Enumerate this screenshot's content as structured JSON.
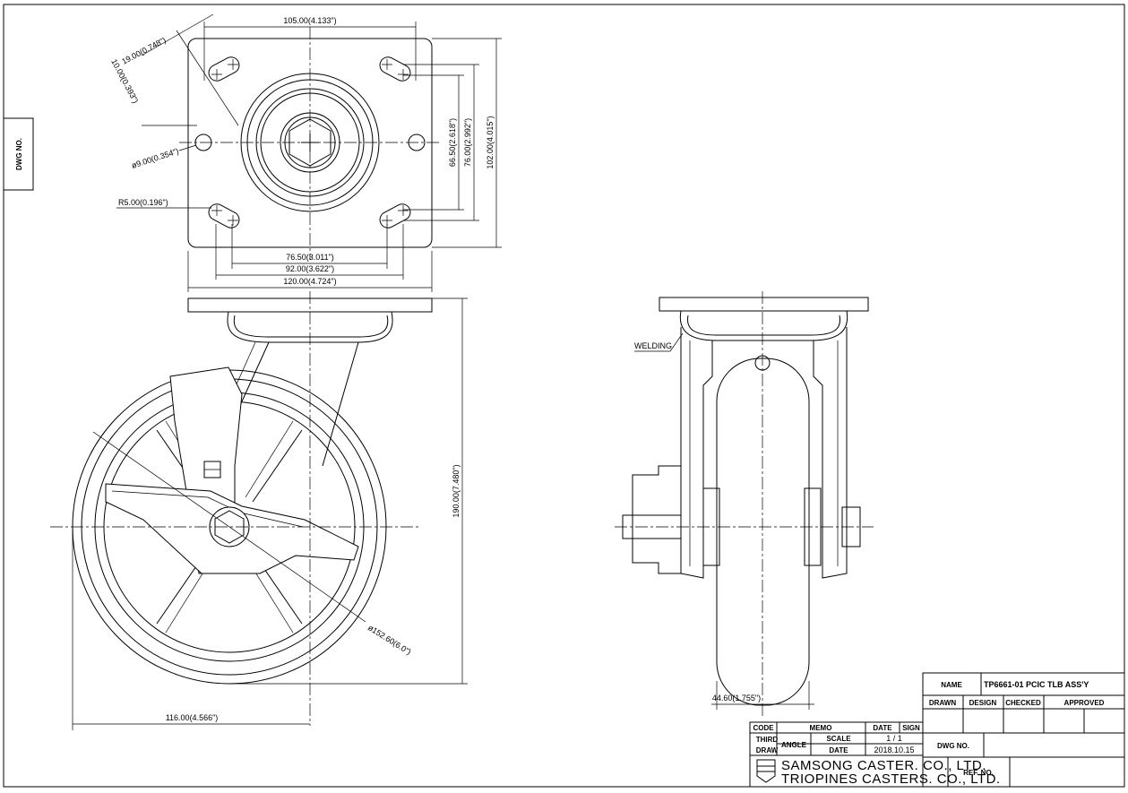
{
  "side_tab": {
    "label": "DWG NO."
  },
  "dimensions": {
    "top_width": "105.00(4.133\")",
    "slot_length": "19.00(0.748\")",
    "slot_width": "10.00(0.393\")",
    "hole_dia": "ø9.00(0.354\")",
    "radius": "R5.00(0.196\")",
    "bolt_span_inner": "76.50(3.011\")",
    "bolt_span_outer": "92.00(3.622\")",
    "plate_width": "120.00(4.724\")",
    "bolt_height_inner": "66.50(2.618\")",
    "bolt_height_outer": "76.00(2.992\")",
    "plate_height": "102.00(4.015\")",
    "overall_height": "190.00(7.480\")",
    "wheel_dia": "ø152.60(6.0\")",
    "offset": "116.00(4.566\")",
    "tread_width": "44.60(1.755\")"
  },
  "annotations": {
    "welding": "WELDING"
  },
  "title_block": {
    "name_label": "NAME",
    "name_value": "TP6661-01 PCIC TLB ASS'Y",
    "drawn": "DRAWN",
    "design": "DESIGN",
    "checked": "CHECKED",
    "approved": "APPROVED",
    "code": "CODE",
    "memo": "MEMO",
    "date": "DATE",
    "sign": "SIGN",
    "third": "THIRD",
    "draw": "DRAW",
    "angle": "ANGLE",
    "scale_label": "SCALE",
    "scale_value": "1  /  1",
    "date_label": "DATE",
    "date_value": "2018.10.15",
    "dwg_no": "DWG NO.",
    "ref_no": "REF. NO.",
    "company1": "SAMSONG CASTER. CO., LTD.",
    "company2": "TRIOPINES CASTERS. CO., LTD."
  }
}
